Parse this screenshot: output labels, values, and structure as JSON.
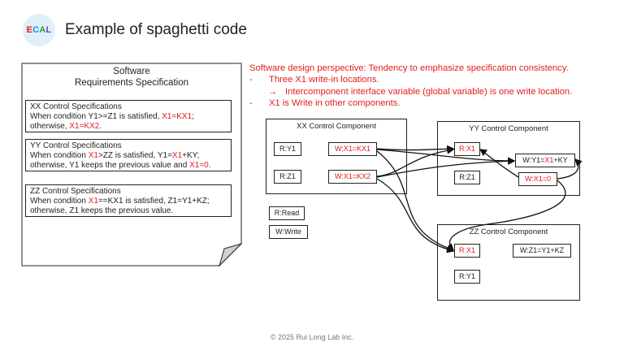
{
  "header": {
    "logo": {
      "letters": [
        "E",
        "C",
        "A",
        "L"
      ],
      "colors": [
        "#e41b1b",
        "#1e88e5",
        "#2e9e3a",
        "#7b3fb0"
      ]
    },
    "title": "Example of spaghetti code"
  },
  "perspective": {
    "line1": "Software design perspective: Tendency to emphasize specification consistency.",
    "line2_dash": "-",
    "line2": "Three X1 write-in locations.",
    "line3_arrow": "→",
    "line3": "Intercomponent interface variable (global variable) is one write location.",
    "line4_dash": "-",
    "line4": "X1 is Write in other components."
  },
  "document": {
    "title_line1": "Software",
    "title_line2": "Requirements Specification",
    "xx": {
      "heading": "XX Control Specifications",
      "l1_a": "When condition Y1>=Z1 is satisfied, ",
      "l1_red": "X1=KX1",
      "l1_b": ";",
      "l2_a": "otherwise, ",
      "l2_red": "X1=KX2",
      "l2_b": "."
    },
    "yy": {
      "heading": "YY Control Specifications",
      "l1_a": "When condition ",
      "l1_red1": "X1",
      "l1_b": ">ZZ is satisfied, Y1=",
      "l1_red2": "X1",
      "l1_c": "+KY;",
      "l2_a": "otherwise, Y1 keeps the previous value and ",
      "l2_red": "X1=0",
      "l2_b": "."
    },
    "zz": {
      "heading": "ZZ Control Specifications",
      "l1_a": "When condition ",
      "l1_red": "X1",
      "l1_b": "==KX1 is satisfied, Z1=Y1+KZ;",
      "l2": "otherwise, Z1 keeps the previous value."
    }
  },
  "components": {
    "xx": {
      "title": "XX Control Component",
      "r1": "R:Y1",
      "r2": "R:Z1",
      "w1": "W:X1=KX1",
      "w2": "W:X1=KX2"
    },
    "yy": {
      "title": "YY Control Component",
      "r1": "R:X1",
      "r2": "R:Z1",
      "w1_a": "W:Y1=",
      "w1_red": "X1",
      "w1_b": "+KY",
      "w2": "W:X1=0"
    },
    "zz": {
      "title": "ZZ Control Component",
      "r1": "R:X1",
      "r2": "R:Y1",
      "w1": "W:Z1=Y1+KZ"
    }
  },
  "legend": {
    "read": "R:Read",
    "write": "W:Write"
  },
  "footer": "© 2025 Rui Long Lab Inc."
}
